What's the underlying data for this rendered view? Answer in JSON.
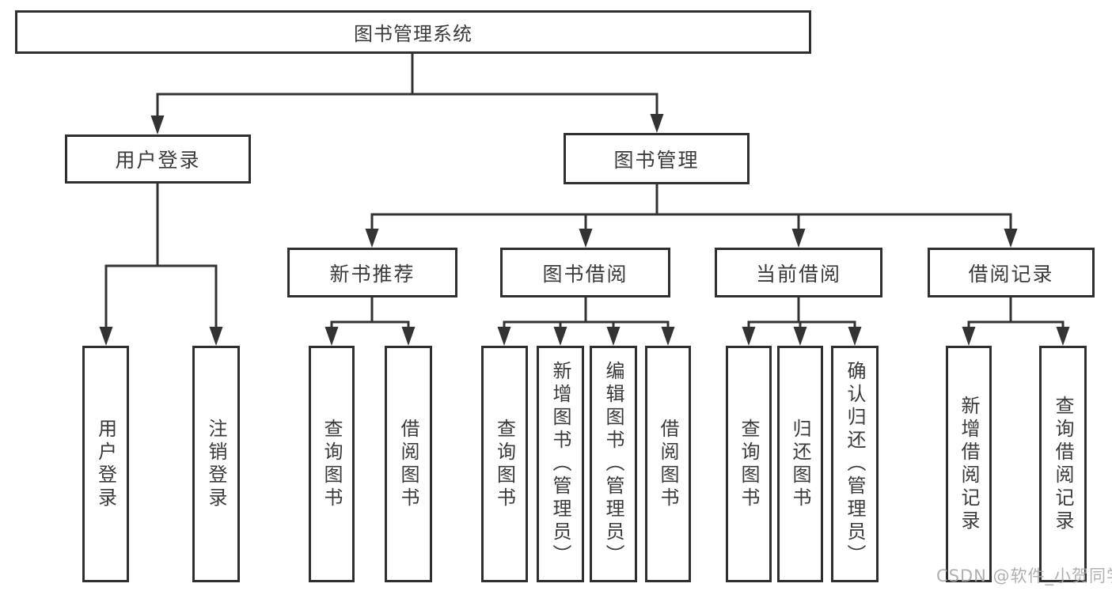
{
  "diagram_title": "图书管理系统",
  "nodes": {
    "root": "图书管理系统",
    "l2": [
      "用户登录",
      "图书管理"
    ],
    "l3": [
      "新书推荐",
      "图书借阅",
      "当前借阅",
      "借阅记录"
    ],
    "leaves": [
      "用户登录",
      "注销登录",
      "查询图书",
      "借阅图书",
      "查询图书",
      "新增图书（管理员）",
      "编辑图书（管理员）",
      "借阅图书",
      "查询图书",
      "归还图书",
      "确认归还（管理员）",
      "新增借阅记录",
      "查询借阅记录"
    ]
  },
  "watermark": "CSDN @软件_小贺同学",
  "colors": {
    "line": "#333333",
    "box_border": "#2f2f2f",
    "box_fill": "#ffffff",
    "text": "#3a3a3a",
    "watermark": "#a8a8a8",
    "background": "#ffffff"
  }
}
